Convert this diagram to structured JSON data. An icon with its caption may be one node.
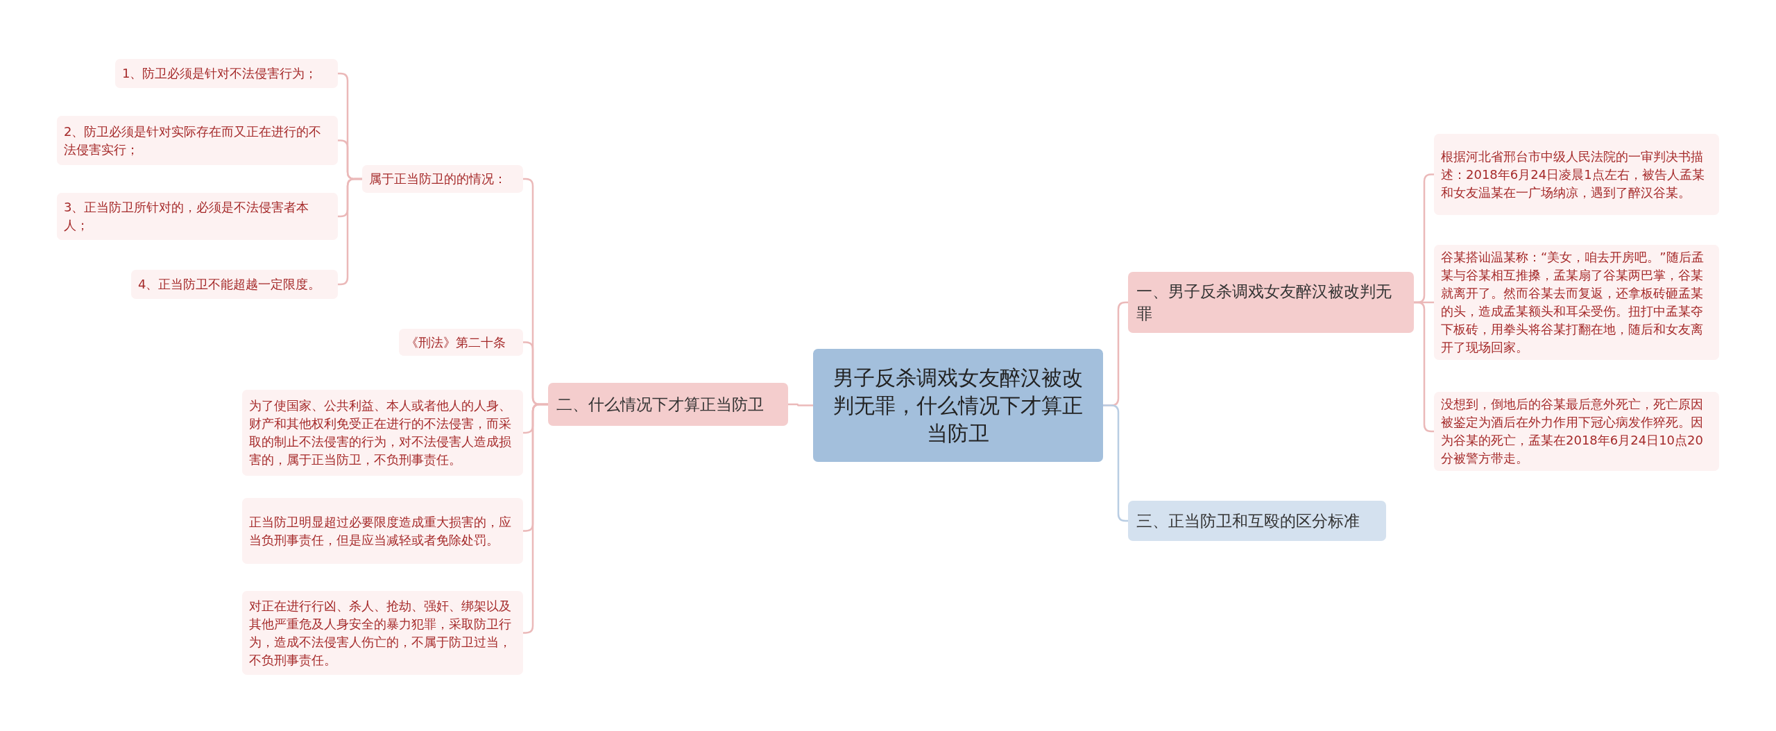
{
  "diagram": {
    "nodes": [
      {
        "text": [
          "男子反杀调戏女友醉汉被改判无罪，什么情况下才算正当防卫"
        ]
      },
      {
        "text": [
          "一、男子反杀调戏女友醉汉被改判无罪"
        ]
      },
      {
        "text": [
          "根据河北省邢台市中级人民法院的一审判决书描述：2018年6月24日凌晨1点左右，被告人孟某和女友温某在一广场纳凉，遇到了醉汉谷某。"
        ]
      },
      {
        "text": [
          "谷某搭讪温某称：“美女，咱去开房吧。”随后孟某与谷某相互推搡，孟某扇了谷某两巴掌，谷某就离开了。然而谷某去而复返，还拿板砖砸孟某的头，造成孟某额头和耳朵受伤。扭打中孟某夺下板砖，用拳头将谷某打翻在地，随后和女友离开了现场回家。"
        ]
      },
      {
        "text": [
          "没想到，倒地后的谷某最后意外死亡，死亡原因被鉴定为酒后在外力作用下冠心病发作猝死。因为谷某的死亡，孟某在2018年6月24日10点20分被警方带走。"
        ]
      },
      {
        "text": [
          "三、正当防卫和互殴的区分标准"
        ]
      },
      {
        "text": [
          "二、什么情况下才算正当防卫"
        ]
      },
      {
        "text": [
          "属于正当防卫的的情况："
        ]
      },
      {
        "text": [
          "1、防卫必须是针对不法侵害行为；"
        ]
      },
      {
        "text": [
          "2、防卫必须是针对实际存在而又正在进行的不法侵害实行；"
        ]
      },
      {
        "text": [
          "3、正当防卫所针对的，必须是不法侵害者本人；"
        ]
      },
      {
        "text": [
          "4、正当防卫不能超越一定限度。"
        ]
      },
      {
        "text": [
          "《刑法》第二十条"
        ]
      },
      {
        "text": [
          "为了使国家、公共利益、本人或者他人的人身、财产和其他权利免受正在进行的不法侵害，而采取的制止不法侵害的行为，对不法侵害人造成损害的，属于正当防卫，不负刑事责任。"
        ]
      },
      {
        "text": [
          "正当防卫明显超过必要限度造成重大损害的，应当负刑事责任，但是应当减轻或者免除处罚。"
        ]
      },
      {
        "text": [
          "对正在进行行凶、杀人、抢劫、强奸、绑架以及其他严重危及人身安全的暴力犯罪，采取防卫行为，造成不法侵害人伤亡的，不属于防卫过当，不负刑事责任。"
        ]
      }
    ],
    "edges": [
      {
        "from": 0,
        "to": 1,
        "arrow": "none"
      },
      {
        "from": 1,
        "to": 2,
        "arrow": "none"
      },
      {
        "from": 1,
        "to": 3,
        "arrow": "none"
      },
      {
        "from": 1,
        "to": 4,
        "arrow": "none"
      },
      {
        "from": 0,
        "to": 5,
        "arrow": "none",
        "color": "#b9cde3"
      },
      {
        "from": 0,
        "to": 6,
        "arrow": "none"
      },
      {
        "from": 6,
        "to": 7,
        "arrow": "none"
      },
      {
        "from": 7,
        "to": 8,
        "arrow": "none"
      },
      {
        "from": 7,
        "to": 9,
        "arrow": "none"
      },
      {
        "from": 7,
        "to": 10,
        "arrow": "none"
      },
      {
        "from": 7,
        "to": 11,
        "arrow": "none"
      },
      {
        "from": 6,
        "to": 12,
        "arrow": "none"
      },
      {
        "from": 6,
        "to": 13,
        "arrow": "none"
      },
      {
        "from": 6,
        "to": 14,
        "arrow": "none"
      },
      {
        "from": 6,
        "to": 15,
        "arrow": "none"
      }
    ]
  }
}
